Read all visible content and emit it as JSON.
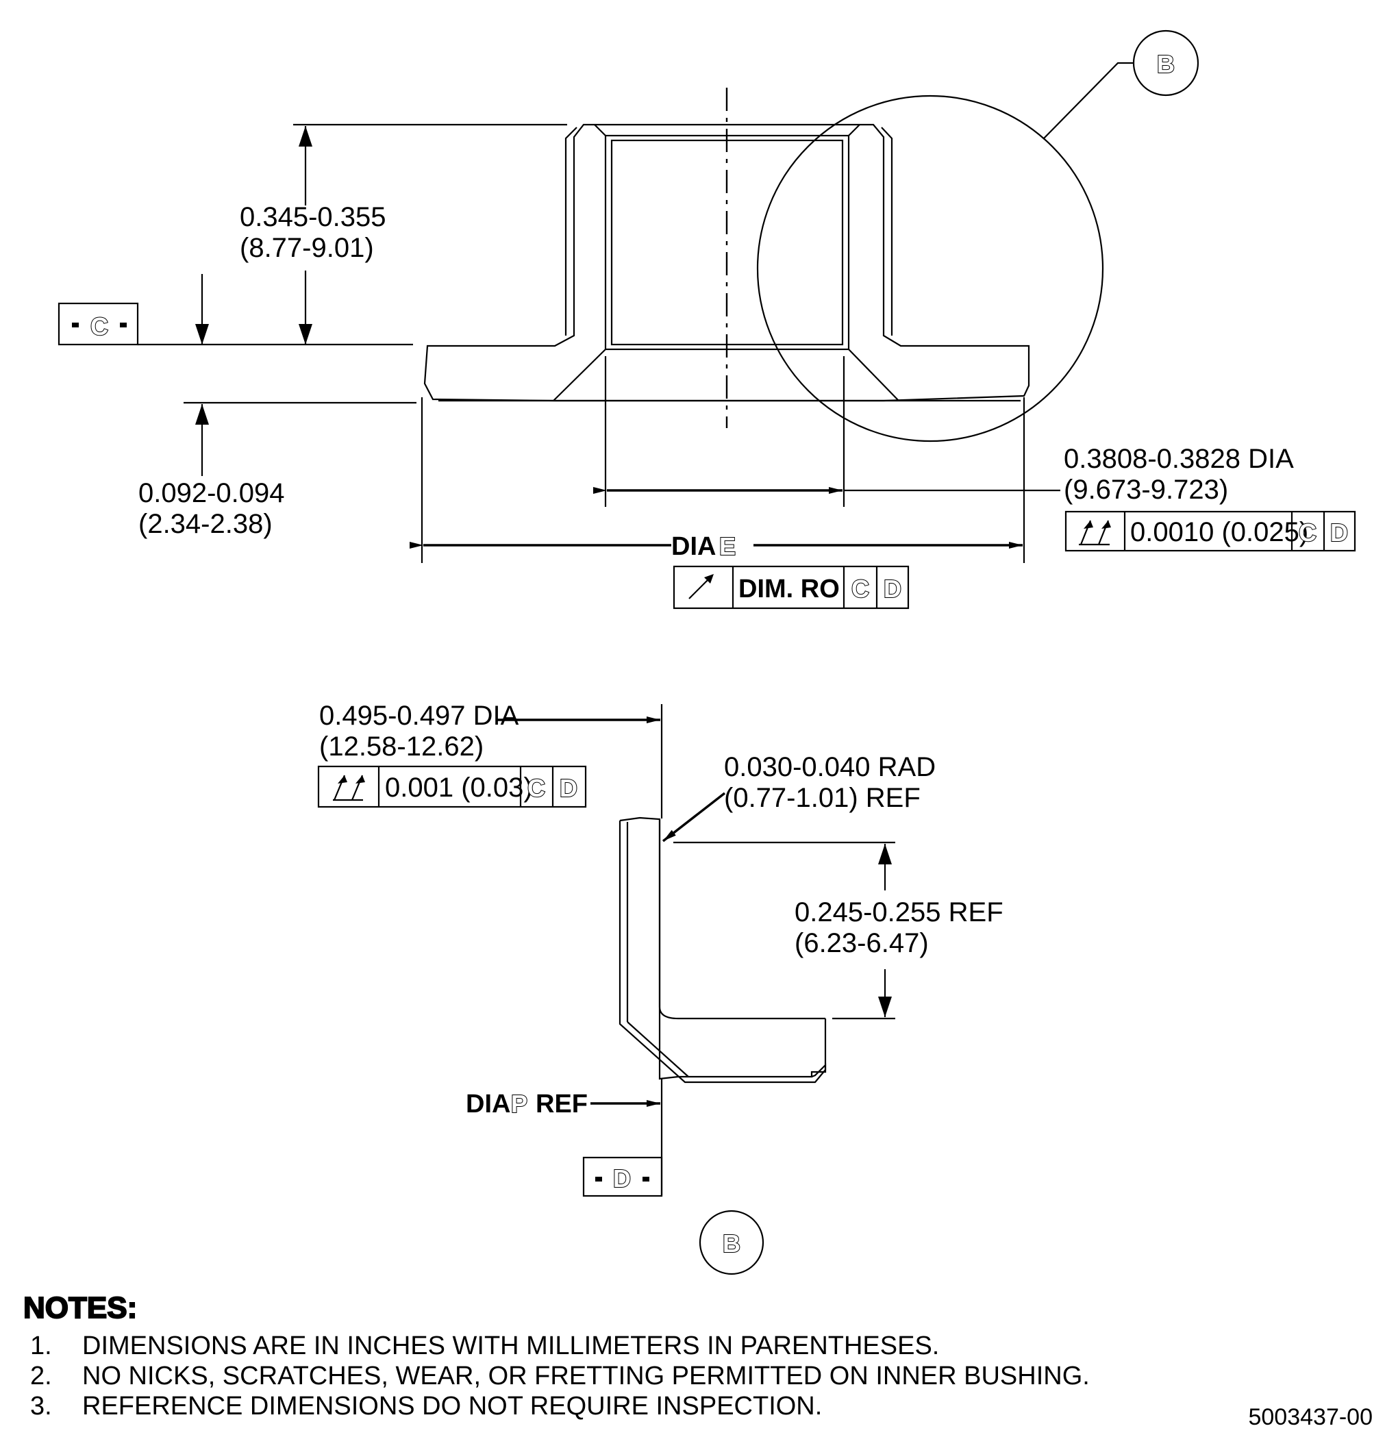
{
  "upper_view": {
    "detail_callout": "B",
    "datum_c": "C",
    "height_dim": {
      "inch": "0.345-0.355",
      "mm": "(8.77-9.01)"
    },
    "flange_dim": {
      "inch": "0.092-0.094",
      "mm": "(2.34-2.38)"
    },
    "bore_dim": {
      "inch": "0.3808-0.3828 DIA",
      "mm": "(9.673-9.723)"
    },
    "bore_fcf": {
      "symbol": "total-runout",
      "tolerance": "0.0010 (0.025)",
      "datum1": "C",
      "datum2": "D"
    },
    "outer_dia": {
      "prefix": "DIA",
      "letter": "E"
    },
    "outer_fcf": {
      "symbol": "circular-runout",
      "tolerance": "DIM. RO",
      "datum1": "C",
      "datum2": "D"
    }
  },
  "detail_view": {
    "label": "B",
    "datum_d": "D",
    "od_dim": {
      "inch": "0.495-0.497 DIA",
      "mm": "(12.58-12.62)"
    },
    "od_fcf": {
      "symbol": "total-runout",
      "tolerance": "0.001 (0.03)",
      "datum1": "C",
      "datum2": "D"
    },
    "radius_dim": {
      "inch": "0.030-0.040 RAD",
      "mm": "(0.77-1.01) REF"
    },
    "height_dim": {
      "inch": "0.245-0.255 REF",
      "mm": "(6.23-6.47)"
    },
    "dia_ref": {
      "prefix": "DIA",
      "letter": "P",
      "suffix": "REF"
    }
  },
  "notes": {
    "header": "NOTES:",
    "items": [
      {
        "num": "1.",
        "text": "DIMENSIONS ARE IN INCHES WITH MILLIMETERS IN PARENTHESES."
      },
      {
        "num": "2.",
        "text": "NO NICKS, SCRATCHES, WEAR, OR FRETTING PERMITTED ON INNER BUSHING."
      },
      {
        "num": "3.",
        "text": "REFERENCE DIMENSIONS DO NOT REQUIRE INSPECTION."
      }
    ]
  },
  "drawing_number": "5003437-00"
}
